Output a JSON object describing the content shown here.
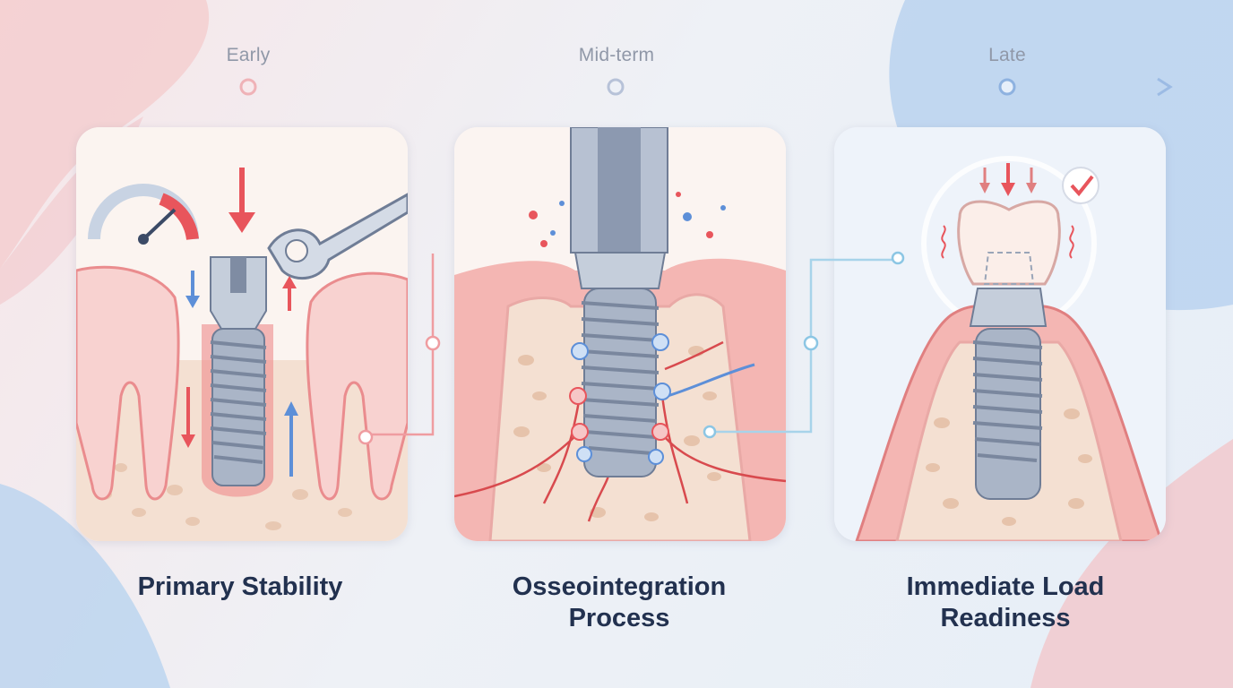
{
  "timeline": {
    "stages": [
      {
        "label": "Early"
      },
      {
        "label": "Mid-term"
      },
      {
        "label": "Late"
      }
    ]
  },
  "panels": [
    {
      "title_line1": "Primary Stability",
      "title_line2": ""
    },
    {
      "title_line1": "Osseointegration",
      "title_line2": "Process"
    },
    {
      "title_line1": "Immediate Load",
      "title_line2": "Readiness"
    }
  ],
  "colors": {
    "gum": "#f2a7a5",
    "gum_dark": "#e07f80",
    "bone": "#f3dccb",
    "bone_spot": "#e3bfa6",
    "metal": "#a9b4c6",
    "metal_dark": "#6f7d96",
    "accent_red": "#e8555c",
    "accent_blue": "#5d8fd8",
    "title": "#22314f"
  }
}
